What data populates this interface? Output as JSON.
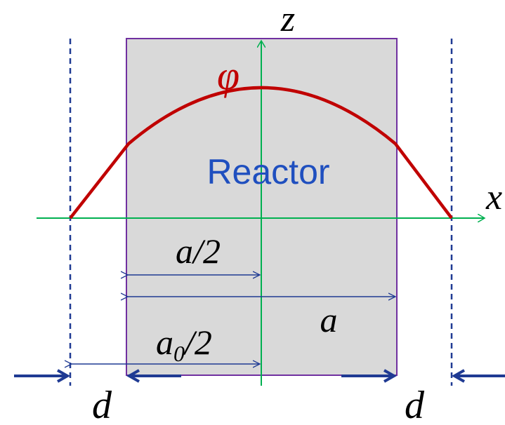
{
  "labels": {
    "z_axis": "z",
    "x_axis": "x",
    "flux": "φ",
    "reactor": "Reactor",
    "half_width": "a/2",
    "width": "a",
    "extrap_half_base": "a",
    "extrap_half_sub": "0",
    "extrap_half_tail": "/2",
    "left_d": "d",
    "right_d": "d"
  },
  "colors": {
    "reactor_fill": "#d9d9d9",
    "reactor_border": "#7030a0",
    "axis": "#00b050",
    "flux_curve": "#c00000",
    "reactor_text": "#1f4fbf",
    "dimension": "#1f3a93",
    "boundary": "#1f3a93",
    "label_text": "#000000"
  }
}
